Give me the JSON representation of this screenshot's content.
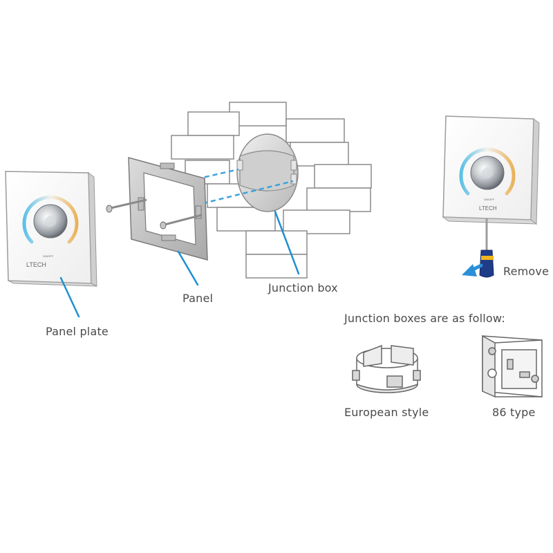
{
  "labels": {
    "panel_plate": "Panel plate",
    "panel": "Panel",
    "junction_box": "Junction box",
    "remove": "Remove",
    "junction_heading": "Junction boxes are as follow:",
    "european_style": "European style",
    "type_86": "86 type"
  },
  "device": {
    "brand": "LTECH",
    "button_text": "ON/OFF"
  },
  "colors": {
    "leader_line": "#1e8fd0",
    "dashed_line": "#3aa3dd",
    "arc_cool": "#5cc0e8",
    "arc_warm": "#e9b25a",
    "outline": "#777777",
    "screwdriver_handle": "#1f3c88",
    "screwdriver_accent": "#f2b51c",
    "arrow": "#2a8fd8"
  }
}
